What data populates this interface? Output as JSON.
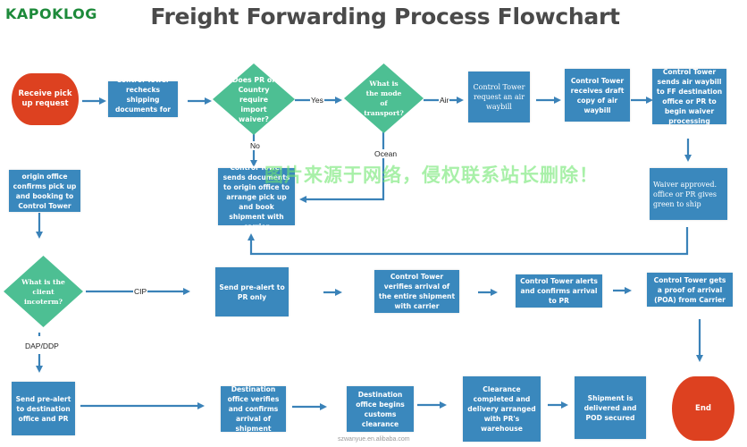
{
  "header": {
    "logo": "KAPOKLOG",
    "title": "Freight Forwarding Process Flowchart"
  },
  "colors": {
    "process_box": "#3a88bd",
    "decision": "#4dbf93",
    "terminal": "#dd4120",
    "connector": "#3a82b8"
  },
  "nodes": {
    "start": "Receive pick up request",
    "recheck_docs": "Control Tower rechecks shipping documents for accuracy",
    "waiver_decision": "Does PR or Country require import waiver?",
    "mode_decision": "What is the mode of transport?",
    "request_awb": "Control Tower request an air waybill",
    "receive_draft_awb": "Control Tower receives draft copy of air waybill",
    "send_awb": "Control Tower sends air waybill to FF destination office or PR to begin waiver processing",
    "origin_confirms": "origin office confirms pick up and booking to Control Tower",
    "send_docs_origin": "Control Tower sends documents to origin office to arrange pick up and book shipment with carrier",
    "waiver_approved": "Waiver approved. office or PR gives green to ship",
    "incoterm_decision": "What is the client incoterm?",
    "prealert_pr_only": "Send pre-alert to PR only",
    "verify_arrival_carrier": "Control Tower verifies arrival of the entire shipment with carrier",
    "alert_confirm_pr": "Control Tower alerts and confirms arrival to PR",
    "get_poa": "Control Tower gets a proof of arrival (POA) from Carrier",
    "prealert_dest_pr": "Send pre-alert to destination office and PR",
    "dest_verifies": "Destination office verifies and confirms arrival of shipment",
    "dest_customs": "Destination office begins customs clearance",
    "clearance_completed": "Clearance completed and delivery arranged with PR's warehouse",
    "delivered_pod": "Shipment is delivered and POD secured",
    "end": "End"
  },
  "edge_labels": {
    "yes": "Yes",
    "no": "No",
    "air": "Air",
    "ocean": "Ocean",
    "cip": "CIP",
    "dap_ddp": "DAP/DDP"
  },
  "watermark": "图片来源于网络，侵权联系站长删除！",
  "credit": "szwanyue.en.alibaba.com"
}
